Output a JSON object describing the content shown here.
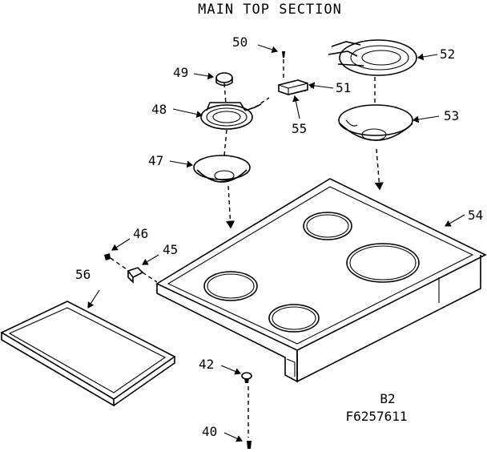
{
  "title": "MAIN TOP SECTION",
  "model_code": "B2",
  "part_number": "F6257611",
  "callouts": {
    "p40": "40",
    "p42": "42",
    "p45": "45",
    "p46": "46",
    "p47": "47",
    "p48": "48",
    "p49": "49",
    "p50": "50",
    "p51": "51",
    "p52": "52",
    "p53": "53",
    "p54": "54",
    "p55": "55",
    "p56": "56"
  }
}
